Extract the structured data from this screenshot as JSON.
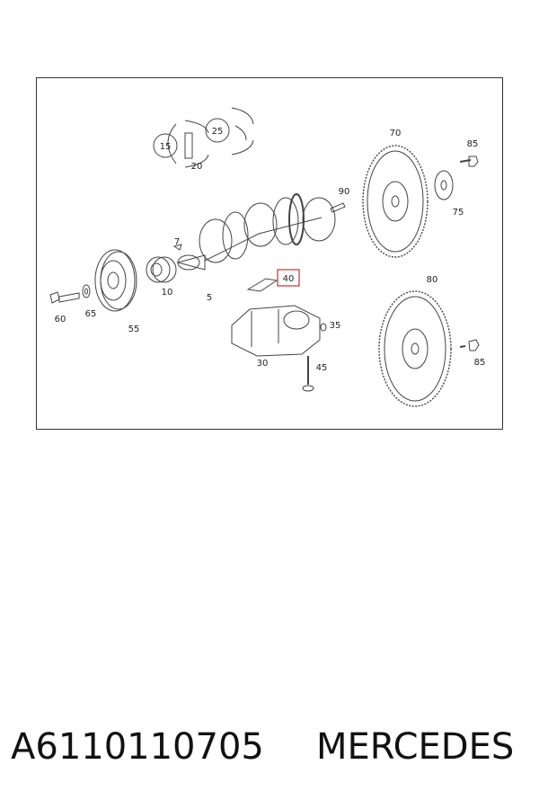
{
  "diagram": {
    "callouts": {
      "c15": "15",
      "c20": "20",
      "c25": "25",
      "c7": "7",
      "c10": "10",
      "c5": "5",
      "c90": "90",
      "c70": "70",
      "c85a": "85",
      "c75": "75",
      "c40": "40",
      "c60": "60",
      "c65": "65",
      "c55": "55",
      "c35": "35",
      "c30": "30",
      "c45": "45",
      "c80": "80",
      "c85b": "85"
    },
    "highlighted_callout": "40",
    "highlight_color": "#d23b3b"
  },
  "caption": {
    "part_number": "A6110110705",
    "brand": "MERCEDES"
  }
}
